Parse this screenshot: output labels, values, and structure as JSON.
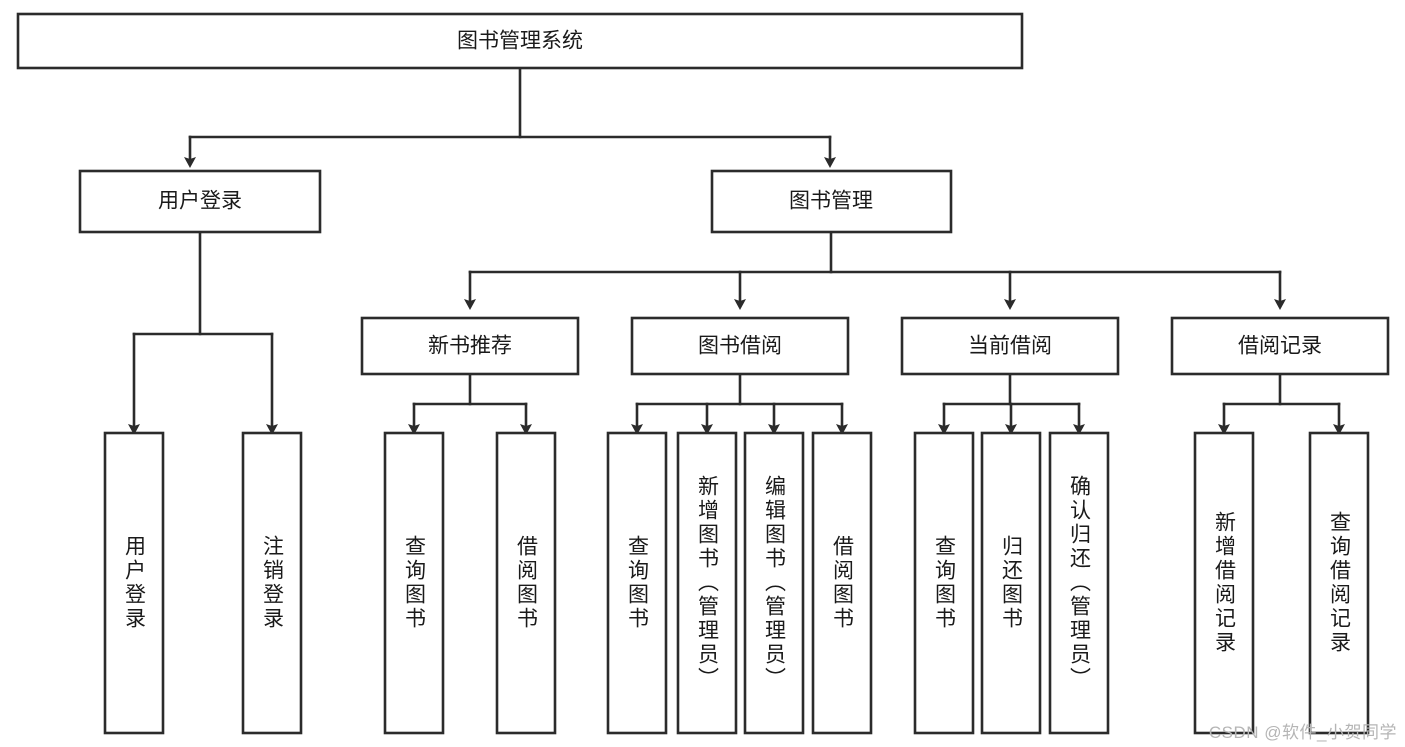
{
  "diagram": {
    "title": "图书管理系统",
    "type": "tree-hierarchy",
    "root": {
      "id": "root",
      "label": "图书管理系统",
      "orientation": "horizontal"
    },
    "level2": [
      {
        "id": "user-login",
        "label": "用户登录",
        "orientation": "horizontal"
      },
      {
        "id": "book-manage",
        "label": "图书管理",
        "orientation": "horizontal"
      }
    ],
    "level3": [
      {
        "id": "new-book-recommend",
        "label": "新书推荐",
        "orientation": "horizontal",
        "parent": "book-manage"
      },
      {
        "id": "book-borrow",
        "label": "图书借阅",
        "orientation": "horizontal",
        "parent": "book-manage"
      },
      {
        "id": "current-borrow",
        "label": "当前借阅",
        "orientation": "horizontal",
        "parent": "book-manage"
      },
      {
        "id": "borrow-record",
        "label": "借阅记录",
        "orientation": "horizontal",
        "parent": "book-manage"
      }
    ],
    "leaves": [
      {
        "id": "leaf-user-login",
        "label": "用户登录",
        "orientation": "vertical",
        "parent": "user-login"
      },
      {
        "id": "leaf-user-logout",
        "label": "注销登录",
        "orientation": "vertical",
        "parent": "user-login"
      },
      {
        "id": "leaf-query-book-1",
        "label": "查询图书",
        "orientation": "vertical",
        "parent": "new-book-recommend"
      },
      {
        "id": "leaf-borrow-book-1",
        "label": "借阅图书",
        "orientation": "vertical",
        "parent": "new-book-recommend"
      },
      {
        "id": "leaf-query-book-2",
        "label": "查询图书",
        "orientation": "vertical",
        "parent": "book-borrow"
      },
      {
        "id": "leaf-add-book",
        "label": "新增图书（管理员）",
        "orientation": "vertical",
        "parent": "book-borrow"
      },
      {
        "id": "leaf-edit-book",
        "label": "编辑图书（管理员）",
        "orientation": "vertical",
        "parent": "book-borrow"
      },
      {
        "id": "leaf-borrow-book-2",
        "label": "借阅图书",
        "orientation": "vertical",
        "parent": "book-borrow"
      },
      {
        "id": "leaf-query-book-3",
        "label": "查询图书",
        "orientation": "vertical",
        "parent": "current-borrow"
      },
      {
        "id": "leaf-return-book",
        "label": "归还图书",
        "orientation": "vertical",
        "parent": "current-borrow"
      },
      {
        "id": "leaf-confirm-return",
        "label": "确认归还（管理员）",
        "orientation": "vertical",
        "parent": "current-borrow"
      },
      {
        "id": "leaf-add-record",
        "label": "新增借阅记录",
        "orientation": "vertical",
        "parent": "borrow-record"
      },
      {
        "id": "leaf-query-record",
        "label": "查询借阅记录",
        "orientation": "vertical",
        "parent": "borrow-record"
      }
    ],
    "colors": {
      "stroke": "#2b2b2b",
      "fill": "#ffffff",
      "text": "#1a1a1a",
      "watermark": "#b5b5b5"
    }
  },
  "watermark": {
    "text": "CSDN @软件_小贺同学"
  }
}
